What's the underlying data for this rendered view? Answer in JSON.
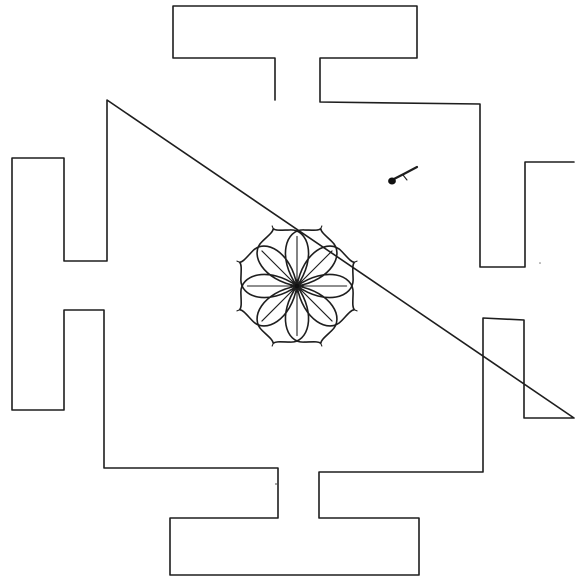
{
  "figure": {
    "subject": "yantra",
    "components": {
      "outline": "bhupura-gated-square",
      "gates": [
        "top",
        "right",
        "bottom",
        "left"
      ],
      "center": "lotus",
      "mark": "ink-stroke"
    },
    "lotus": {
      "petal_count": 8,
      "spoke_count": 4
    },
    "colors": {
      "ink": "#1e1e1e",
      "paper": "#ffffff"
    }
  }
}
